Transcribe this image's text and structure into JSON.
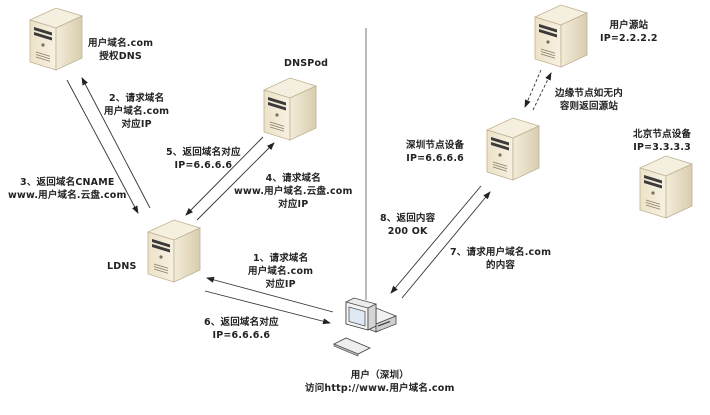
{
  "nodes": {
    "auth_dns": {
      "name": "authoritative-dns-server",
      "lines": [
        "用户域名.com",
        "授权DNS"
      ]
    },
    "dnspod": {
      "name": "dnspod-server",
      "lines": [
        "DNSPod"
      ]
    },
    "ldns": {
      "name": "ldns-server",
      "lines": [
        "LDNS"
      ]
    },
    "shenzhen": {
      "name": "shenzhen-node-server",
      "lines": [
        "深圳节点设备",
        "IP=6.6.6.6"
      ]
    },
    "origin": {
      "name": "origin-server",
      "lines": [
        "用户源站",
        "IP=2.2.2.2"
      ]
    },
    "beijing": {
      "name": "beijing-node-server",
      "lines": [
        "北京节点设备",
        "IP=3.3.3.3"
      ]
    },
    "user": {
      "name": "user-computer",
      "lines": [
        "用户（深圳）",
        "访问http://www.用户域名.com"
      ]
    }
  },
  "steps": [
    {
      "id": "1",
      "lines": [
        "1、请求域名",
        "用户域名.com",
        "对应IP"
      ]
    },
    {
      "id": "2",
      "lines": [
        "2、请求域名",
        "用户域名.com",
        "对应IP"
      ]
    },
    {
      "id": "3",
      "lines": [
        "3、返回域名CNAME",
        "www.用户域名.云盘.com"
      ]
    },
    {
      "id": "4",
      "lines": [
        "4、请求域名",
        "www.用户域名.云盘.com",
        "对应IP"
      ]
    },
    {
      "id": "5",
      "lines": [
        "5、返回域名对应",
        "IP=6.6.6.6"
      ]
    },
    {
      "id": "6",
      "lines": [
        "6、返回域名对应",
        "IP=6.6.6.6"
      ]
    },
    {
      "id": "7",
      "lines": [
        "7、请求用户域名.com",
        "的内容"
      ]
    },
    {
      "id": "8",
      "lines": [
        "8、返回内容",
        "200 OK"
      ]
    },
    {
      "id": "origin-fallback",
      "lines": [
        "边缘节点如无内",
        "容则返回源站"
      ]
    }
  ],
  "colors": {
    "server_light": "#f4eddb",
    "server_mid": "#e6dcc2",
    "server_dark": "#cfc3a3",
    "arrow": "#333333",
    "divider": "#777777"
  }
}
